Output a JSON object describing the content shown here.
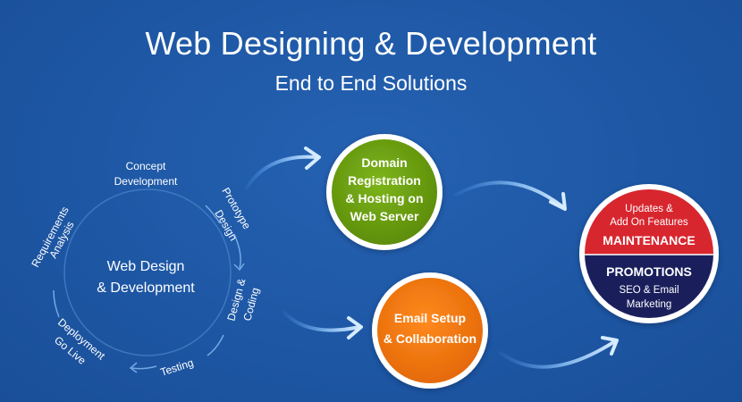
{
  "title": "Web Designing & Development",
  "subtitle": "End to End Solutions",
  "cycle": {
    "center_line1": "Web Design",
    "center_line2": "& Development",
    "steps": {
      "concept_1": "Concept",
      "concept_2": "Development",
      "prototype_1": "Prototype",
      "prototype_2": "Design",
      "design_1": "Design &",
      "design_2": "Coding",
      "testing": "Testing",
      "deploy_1": "Deployment",
      "deploy_2": "Go Live",
      "req_1": "Requirements",
      "req_2": "Analysis"
    }
  },
  "domain": {
    "line1": "Domain",
    "line2": "Registration",
    "line3": "& Hosting on",
    "line4": "Web Server",
    "color": "#6b9e0f"
  },
  "email": {
    "line1": "Email Setup",
    "line2": "& Collaboration",
    "color": "#f07810"
  },
  "maintenance": {
    "upd1": "Updates &",
    "upd2": "Add On Features",
    "label": "MAINTENANCE",
    "color": "#d8262f"
  },
  "promotions": {
    "label": "PROMOTIONS",
    "sub1": "SEO & Email",
    "sub2": "Marketing",
    "color": "#1a1f5c"
  }
}
